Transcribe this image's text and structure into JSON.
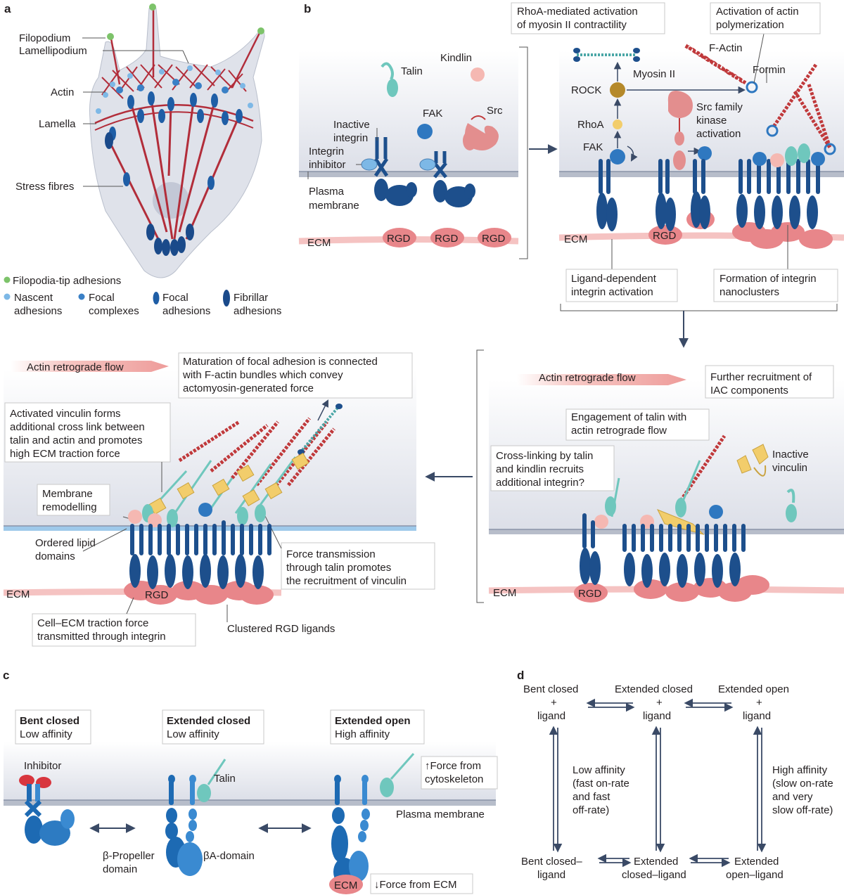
{
  "panel_a": {
    "letter": "a",
    "labels": {
      "filopodium": "Filopodium",
      "lamellipodium": "Lamellipodium",
      "actin": "Actin",
      "lamella": "Lamella",
      "stress_fibres": "Stress fibres"
    },
    "legend": {
      "filopodia_tip": "Filopodia-tip adhesions",
      "nascent_1": "Nascent",
      "nascent_2": "adhesions",
      "focal_complexes_1": "Focal",
      "focal_complexes_2": "complexes",
      "focal_adhesions_1": "Focal",
      "focal_adhesions_2": "adhesions",
      "fibrillar_1": "Fibrillar",
      "fibrillar_2": "adhesions"
    }
  },
  "panel_b": {
    "letter": "b",
    "left": {
      "talin": "Talin",
      "kindlin": "Kindlin",
      "fak": "FAK",
      "src": "Src",
      "inactive_integrin_1": "Inactive",
      "inactive_integrin_2": "integrin",
      "integrin_inhibitor_1": "Integrin",
      "integrin_inhibitor_2": "inhibitor",
      "plasma_membrane_1": "Plasma",
      "plasma_membrane_2": "membrane",
      "ecm": "ECM",
      "rgd": "RGD"
    },
    "right": {
      "rhoa_box_1": "RhoA-mediated activation",
      "rhoa_box_2": "of myosin II contractility",
      "actin_box_1": "Activation of actin",
      "actin_box_2": "polymerization",
      "f_actin": "F-Actin",
      "myosin": "Myosin II",
      "formin": "Formin",
      "rock": "ROCK",
      "rhoa": "RhoA",
      "fak": "FAK",
      "src_family_1": "Src family",
      "src_family_2": "kinase",
      "src_family_3": "activation",
      "ecm": "ECM",
      "rgd": "RGD",
      "ligand_box_1": "Ligand-dependent",
      "ligand_box_2": "integrin activation",
      "nano_box_1": "Formation of integrin",
      "nano_box_2": "nanoclusters"
    },
    "middle_right": {
      "retro_flow": "Actin retrograde flow",
      "further_1": "Further recruitment of",
      "further_2": "IAC components",
      "engage_1": "Engagement of talin with",
      "engage_2": "actin retrograde flow",
      "cross_1": "Cross-linking by talin",
      "cross_2": "and kindlin recruits",
      "cross_3": "additional integrin?",
      "inactive_vinculin_1": "Inactive",
      "inactive_vinculin_2": "vinculin",
      "ecm": "ECM",
      "rgd": "RGD"
    },
    "middle_left": {
      "retro_flow": "Actin retrograde flow",
      "maturation_1": "Maturation of focal adhesion is connected",
      "maturation_2": "with F-actin bundles which convey",
      "maturation_3": "actomyosin-generated force",
      "vinculin_1": "Activated vinculin forms",
      "vinculin_2": "additional cross link between",
      "vinculin_3": "talin and actin and promotes",
      "vinculin_4": "high ECM traction force",
      "membrane_1": "Membrane",
      "membrane_2": "remodelling",
      "ordered_1": "Ordered lipid",
      "ordered_2": "domains",
      "force_1": "Force transmission",
      "force_2": "through talin promotes",
      "force_3": "the recruitment of vinculin",
      "ecm": "ECM",
      "rgd": "RGD",
      "traction_1": "Cell–ECM traction force",
      "traction_2": "transmitted through integrin",
      "clustered": "Clustered RGD ligands"
    }
  },
  "panel_c": {
    "letter": "c",
    "bent_title": "Bent closed",
    "bent_sub": "Low affinity",
    "ext_closed_title": "Extended closed",
    "ext_closed_sub": "Low affinity",
    "ext_open_title": "Extended open",
    "ext_open_sub": "High affinity",
    "inhibitor": "Inhibitor",
    "talin": "Talin",
    "force_cyto_1": "↑Force from",
    "force_cyto_2": "cytoskeleton",
    "plasma_membrane": "Plasma membrane",
    "beta_propeller_1": "β-Propeller",
    "beta_propeller_2": "domain",
    "beta_a": "βA-domain",
    "ecm": "ECM",
    "force_ecm": "↓Force from ECM"
  },
  "panel_d": {
    "letter": "d",
    "bent_closed_plus_1": "Bent closed",
    "plus": "+",
    "ligand": "ligand",
    "ext_closed_plus_1": "Extended closed",
    "ext_open_plus_1": "Extended open",
    "low_1": "Low affinity",
    "low_2": "(fast on-rate",
    "low_3": "and fast",
    "low_4": "off-rate)",
    "high_1": "High affinity",
    "high_2": "(slow on-rate",
    "high_3": "and very",
    "high_4": "slow off-rate)",
    "bent_lig_1": "Bent closed–",
    "bent_lig_2": "ligand",
    "ext_closed_lig_1": "Extended",
    "ext_closed_lig_2": "closed–ligand",
    "ext_open_lig_1": "Extended",
    "ext_open_lig_2": "open–ligand"
  },
  "colors": {
    "cell_fill": "#dfe1ea",
    "membrane": "#8a93a8",
    "integrin_dark": "#1d4f8c",
    "integrin_mid": "#2f78c0",
    "talin": "#6fc7bd",
    "kindlin": "#f5b8b2",
    "src": "#e38e8e",
    "vinculin": "#f2cd6b",
    "actin": "#c0393b",
    "ecm": "#f2a7a6",
    "rgd": "#e8868a",
    "flow_arrow": "#ee9c9a",
    "arrow": "#3a4a66"
  }
}
